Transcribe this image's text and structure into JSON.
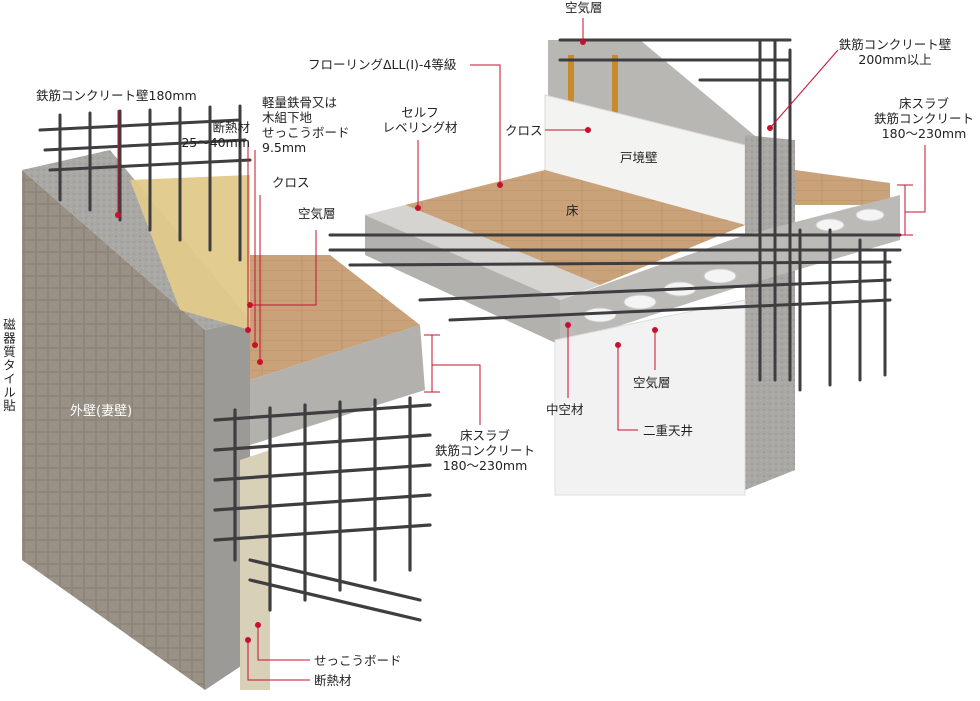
{
  "labels": {
    "wall_rc_180": "鉄筋コンクリート壁180mm",
    "insulation_25_40": "断熱材\n25〜40mm",
    "lgs_frame": "軽量鉄骨又は\n木組下地\nせっこうボード\n9.5mm",
    "cloth_left": "クロス",
    "air_left": "空気層",
    "tile": "磁器質タイル貼",
    "exterior_wall": "外壁(妻壁)",
    "slab_left": "床スラブ\n鉄筋コンクリート\n180〜230mm",
    "gypsum_board": "せっこうボード",
    "insulation_bottom": "断熱材",
    "air_top": "空気層",
    "flooring": "フローリングΔLL(Ⅰ)-4等級",
    "self_leveling": "セルフ\nレベリング材",
    "cloth_right": "クロス",
    "party_wall": "戸境壁",
    "floor": "床",
    "wall_rc_200": "鉄筋コンクリート壁\n200mm以上",
    "slab_right": "床スラブ\n鉄筋コンクリート\n180〜230mm",
    "void_former": "中空材",
    "air_ceiling": "空気層",
    "double_ceiling": "二重天井"
  },
  "colors": {
    "concrete": "#a8a6a2",
    "tile": "#8e857a",
    "floor_wood": "#c9a27a",
    "insulation": "#e2c98a",
    "rebar": "#3e3e40",
    "leader": "#c8102e",
    "ceiling": "#f2f2f2"
  }
}
